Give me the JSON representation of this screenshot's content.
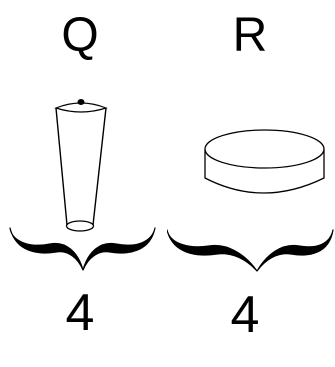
{
  "panels": [
    {
      "letter": "Q",
      "count": "4",
      "shape": "inverted-truncated-cone"
    },
    {
      "letter": "R",
      "count": "4",
      "shape": "cylinder-disk"
    }
  ]
}
